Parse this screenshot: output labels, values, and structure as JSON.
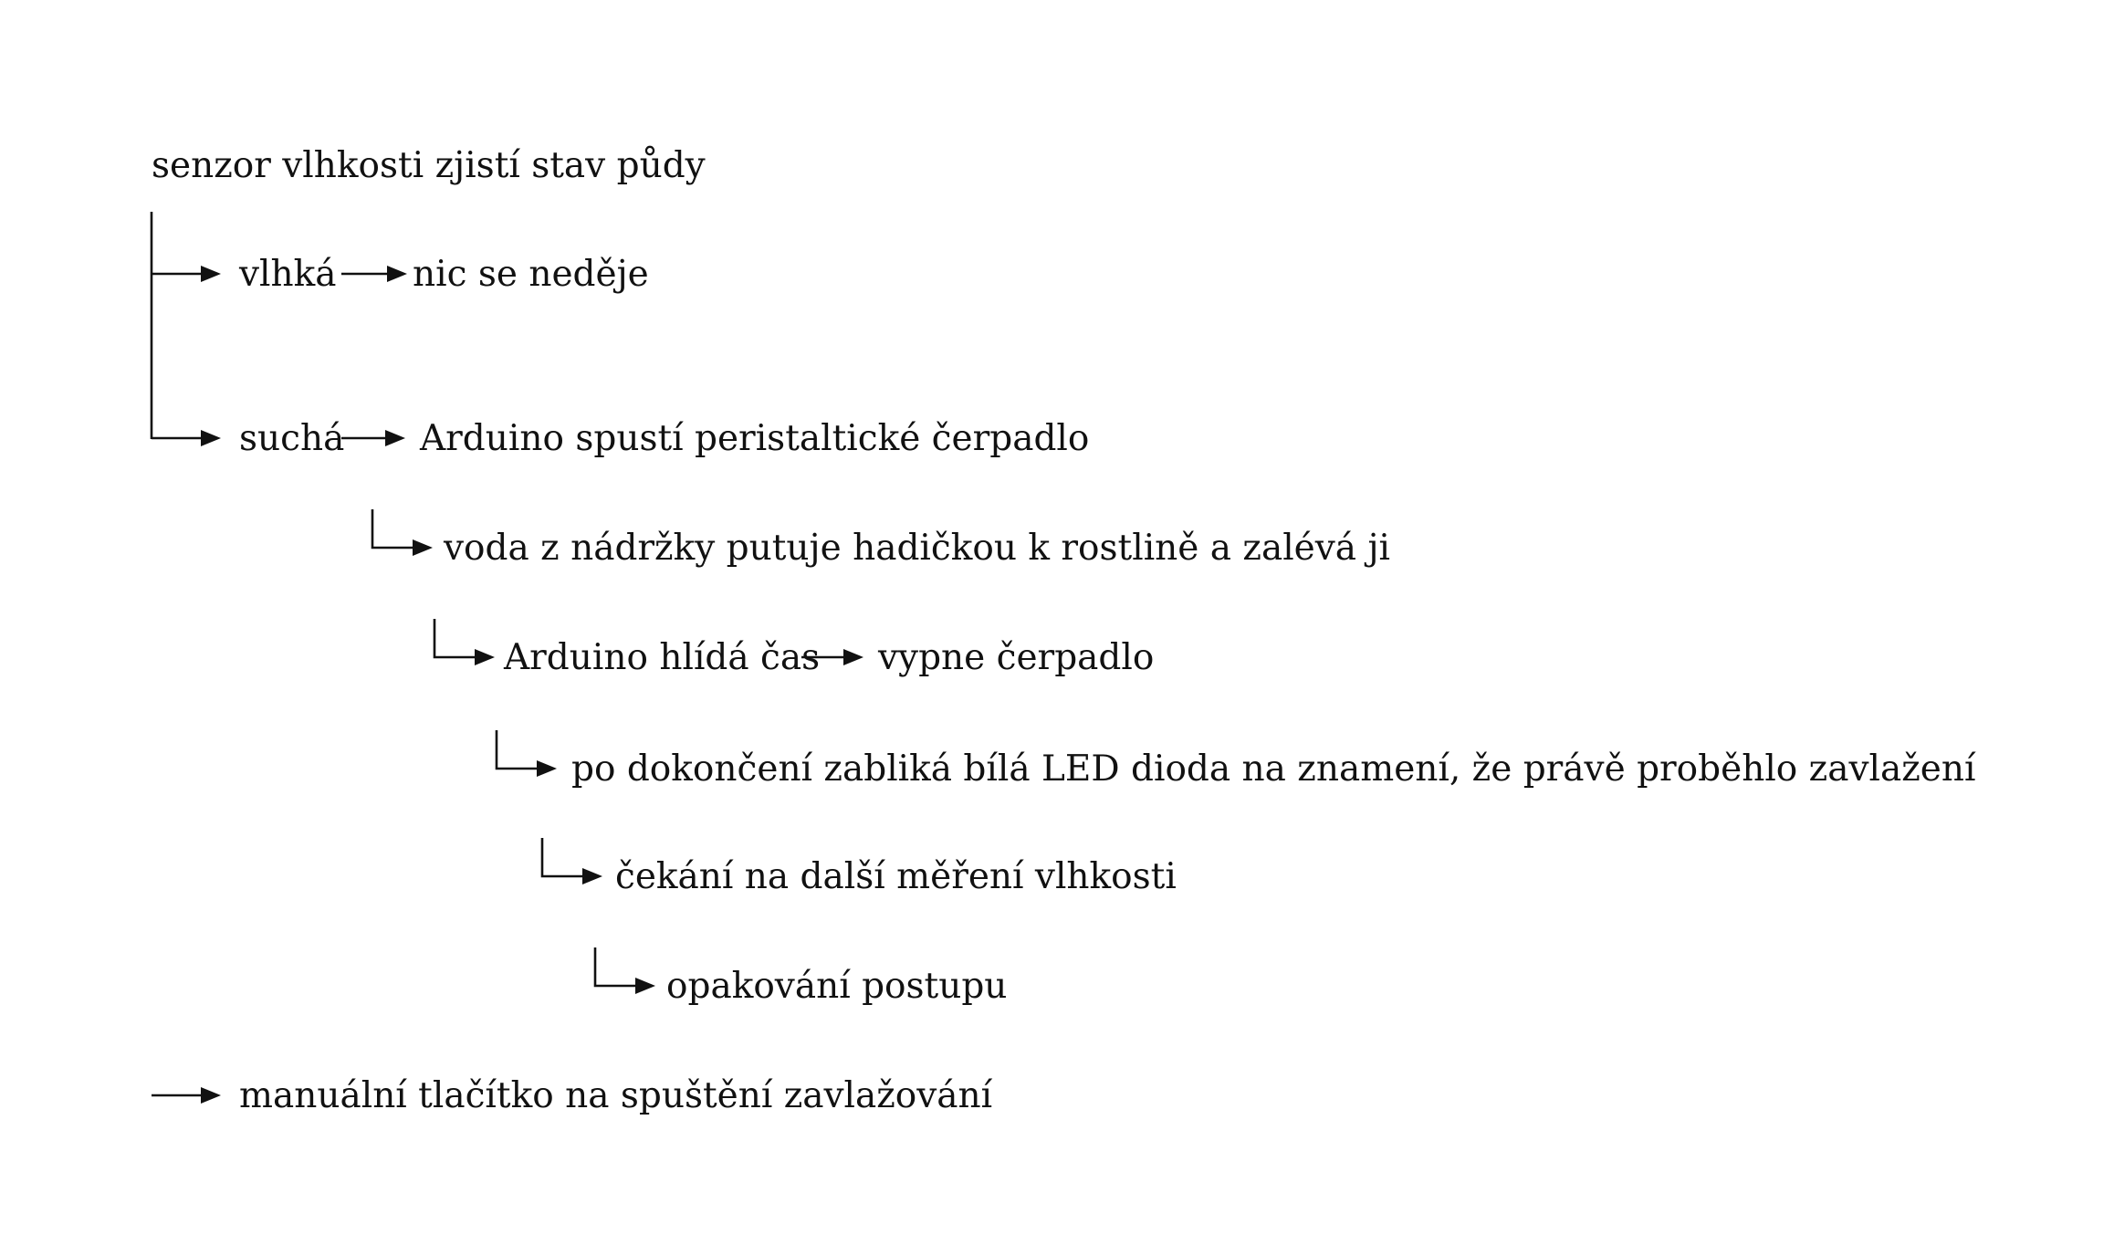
{
  "diagram": {
    "root": "senzor vlhkosti zjistí stav půdy",
    "moist": "vlhká",
    "nothing": "nic se neděje",
    "dry": "suchá",
    "pump_on": "Arduino spustí peristaltické čerpadlo",
    "water_flows": "voda z nádržky putuje hadičkou k rostlině a zalévá ji",
    "timer": "Arduino hlídá čas",
    "pump_off": "vypne čerpadlo",
    "led": "po dokončení zabliká bílá LED dioda na znamení, že právě proběhlo zavlažení",
    "wait": "čekání na další měření vlhkosti",
    "repeat": "opakování postupu",
    "manual": "manuální tlačítko na spuštění zavlažování"
  }
}
